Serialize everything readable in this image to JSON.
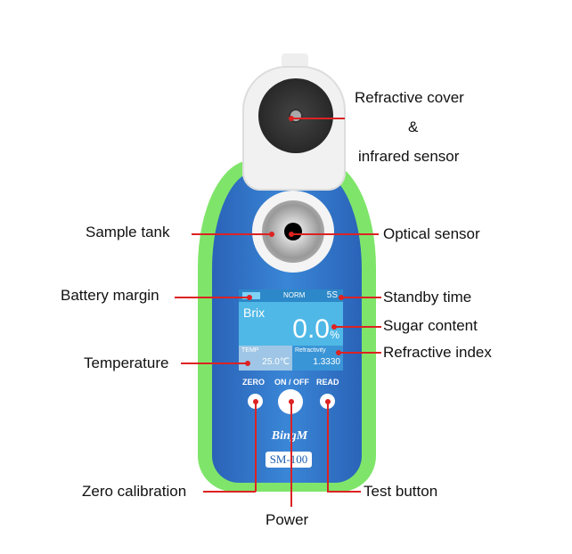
{
  "labels": {
    "refractive_cover": "Refractive cover",
    "amp": "&",
    "infrared_sensor": "infrared sensor",
    "sample_tank": "Sample tank",
    "optical_sensor": "Optical sensor",
    "battery_margin": "Battery margin",
    "standby_time": "Standby time",
    "sugar_content": "Sugar content",
    "refractive_index": "Refractive index",
    "temperature": "Temperature",
    "zero_calibration": "Zero calibration",
    "test_button": "Test button",
    "power": "Power"
  },
  "screen": {
    "mode": "NORM",
    "standby": "5S",
    "scale": "Brix",
    "value": "0.0",
    "unit": "%",
    "temp_label": "TEMP",
    "temp_value": "25.0℃",
    "ri_label": "Refractivity",
    "ri_value": "1.3330"
  },
  "buttons": {
    "zero": "ZERO",
    "onoff": "ON / OFF",
    "read": "READ"
  },
  "device": {
    "brand": "BingM",
    "model": "SM-100"
  },
  "colors": {
    "body_green": "#7fe56a",
    "body_blue": "#3a86d6",
    "pointer": "#dd2222"
  }
}
